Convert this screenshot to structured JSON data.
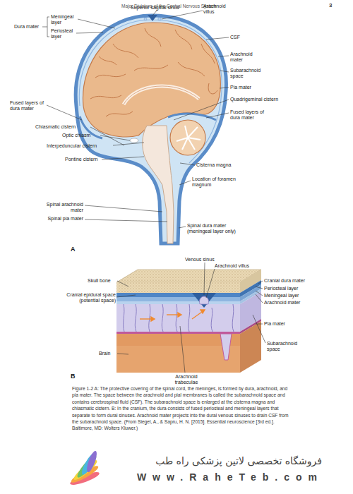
{
  "diagram": {
    "caption": "Figure 1-2 A: The protective covering of the spinal cord, the meninges, is formed by dura, arachnoid, and pia mater. The space between the arachnoid and pial membranes is called the subarachnoid space and contains cerebrospinal fluid (CSF). The subarachnoid space is enlarged at the cisterna magna and chiasmatic cistern. B: In the cranium, the dura consists of fused periosteal and meningeal layers that separate to form dural sinuses. Arachnoid mater projects into the dural venous sinuses to drain CSF from the subarachnoid space. (From Siegel, A., & Sapru, H. N. [2015]. Essential neuroscience [3rd ed.]. Baltimore, MD: Wolters Kluwer.)",
    "labels": [
      "Major Divisions of the Central Nervous System",
      "3",
      "Superior sagittal sinus",
      "Arachnoid villus",
      "Dura mater",
      "Meningeal layer",
      "Periosteal layer",
      "CSF",
      "Arachnoid mater",
      "Subarachnoid space",
      "Pia mater",
      "Quadrigeminal cistern",
      "Fused layers of dura mater",
      "Chiasmatic cistern",
      "Optic chiasm",
      "Fused layers of dura mater",
      "Interpeduncular cistern",
      "Pontine cistern",
      "Cisterna magna",
      "Location of foramen magnum",
      "Spinal arachnoid mater",
      "Spinal pia mater",
      "Spinal dura mater (meningeal layer only)",
      "A",
      "Venous sinus",
      "Arachnoid villus",
      "Skull bone",
      "Cranial dura mater",
      "Cranial epidural space (potential space)",
      "Periosteal layer",
      "Meningeal layer",
      "Arachnoid mater",
      "Pia mater",
      "Brain",
      "Subarachnoid space",
      "Arachnoid trabeculae",
      "B",
      "فروشگاه تخصصی لاتین پزشکی راه طب",
      "Www.RaheTeb.com"
    ]
  }
}
